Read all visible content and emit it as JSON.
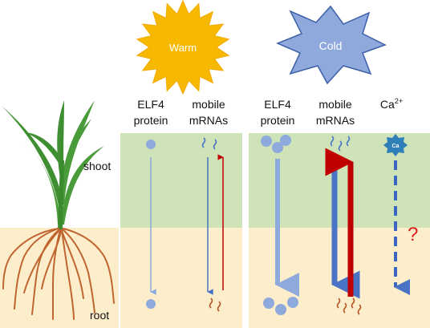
{
  "conditions": {
    "warm": "Warm",
    "cold": "Cold"
  },
  "columns": {
    "warm_elf4": [
      "ELF4",
      "protein"
    ],
    "warm_mrna": [
      "mobile",
      "mRNAs"
    ],
    "cold_elf4": [
      "ELF4",
      "protein"
    ],
    "cold_mrna": [
      "mobile",
      "mRNAs"
    ],
    "calcium_base": "Ca",
    "calcium_sup": "2+",
    "calcium_badge": "Ca"
  },
  "regions": {
    "shoot": "shoot",
    "root": "root"
  },
  "unknown_mark": "?",
  "colors": {
    "shoot_band": "#cfe3b8",
    "root_band": "#fdeecb",
    "sun": "#f7b800",
    "cold_star": "#8fa9dd",
    "protein": "#8ea9dc",
    "mrna_down": "#4a73c6",
    "mrna_up": "#c00000",
    "calcium": "#3a66c0",
    "root_wave": "#b5572a",
    "leaf": "#4a9b3a",
    "root_lines": "#c0652f",
    "question": "#e02020"
  }
}
